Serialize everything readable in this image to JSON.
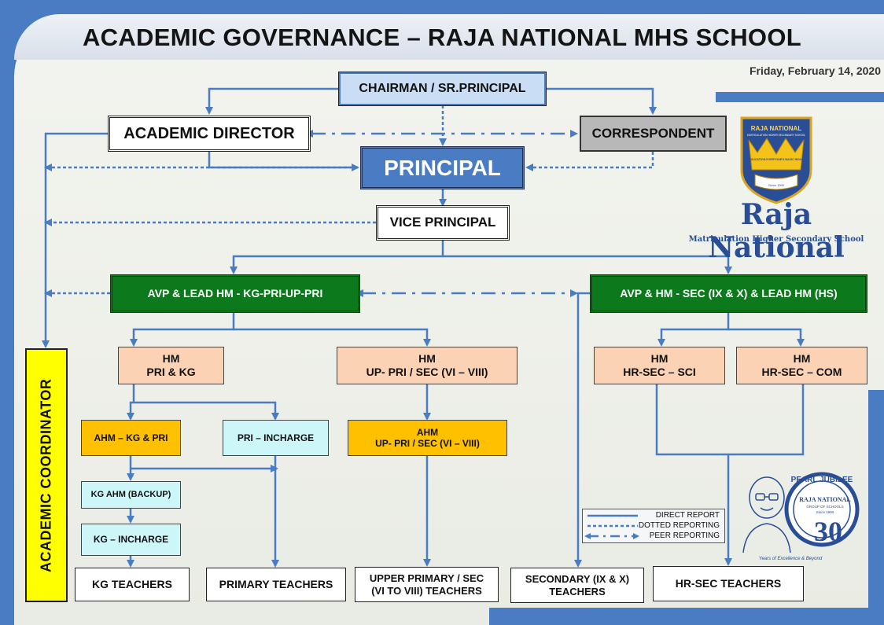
{
  "title": "ACADEMIC GOVERNANCE – RAJA NATIONAL MHS SCHOOL",
  "date": "Friday, February 14, 2020",
  "nodes": {
    "chairman": "CHAIRMAN / SR.PRINCIPAL",
    "academic_director": "ACADEMIC DIRECTOR",
    "correspondent": "CORRESPONDENT",
    "principal": "PRINCIPAL",
    "vice_principal": "VICE PRINCIPAL",
    "avp_kg": "AVP & LEAD HM - KG-PRI-UP-PRI",
    "avp_sec": "AVP & HM - SEC (IX & X) & LEAD HM (HS)",
    "hm_pri_kg": "HM\nPRI & KG",
    "hm_up_pri": "HM\nUP- PRI / SEC (VI – VIII)",
    "hm_hrsec_sci": "HM\nHR-SEC – SCI",
    "hm_hrsec_com": "HM\nHR-SEC – COM",
    "ahm_kg_pri": "AHM – KG & PRI",
    "pri_incharge": "PRI – INCHARGE",
    "ahm_up_pri": "AHM\nUP- PRI / SEC (VI – VIII)",
    "kg_ahm_backup": "KG AHM (BACKUP)",
    "kg_incharge": "KG – INCHARGE",
    "kg_teachers": "KG TEACHERS",
    "primary_teachers": "PRIMARY TEACHERS",
    "upper_primary_teachers": "UPPER PRIMARY / SEC\n(VI TO VIII) TEACHERS",
    "secondary_teachers": "SECONDARY (IX & X)\nTEACHERS",
    "hrsec_teachers": "HR-SEC TEACHERS",
    "academic_coordinator": "ACADEMIC COORDINATOR"
  },
  "legend": {
    "direct": "DIRECT REPORT",
    "dotted": "DOTTED REPORTING",
    "peer": "PEER REPORTING"
  },
  "logo_top": {
    "badge_name": "RAJA NATIONAL",
    "badge_sub": "MATRICULATION HIGHER SECONDARY SCHOOL",
    "badge_motto": "EDUCATION EVERYONE'S BASIC RIGHT",
    "badge_since": "Since 1990",
    "name": "Raja National",
    "subtitle": "Matriculation Higher Secondary School"
  },
  "logo_bottom": {
    "ribbon": "PEARL JUBILEE",
    "name": "RAJA NATIONAL",
    "group": "GROUP OF SCHOOLS",
    "since": "Since 1990",
    "years": "30",
    "tagline": "Years of Excellence & Beyond"
  },
  "colors": {
    "line": "#4a7cc3",
    "green": "#0c7a1c",
    "peach": "#fbd2b3",
    "yellow": "#ffc000",
    "cyan": "#cdf6f8",
    "coordinator": "#ffff00"
  }
}
